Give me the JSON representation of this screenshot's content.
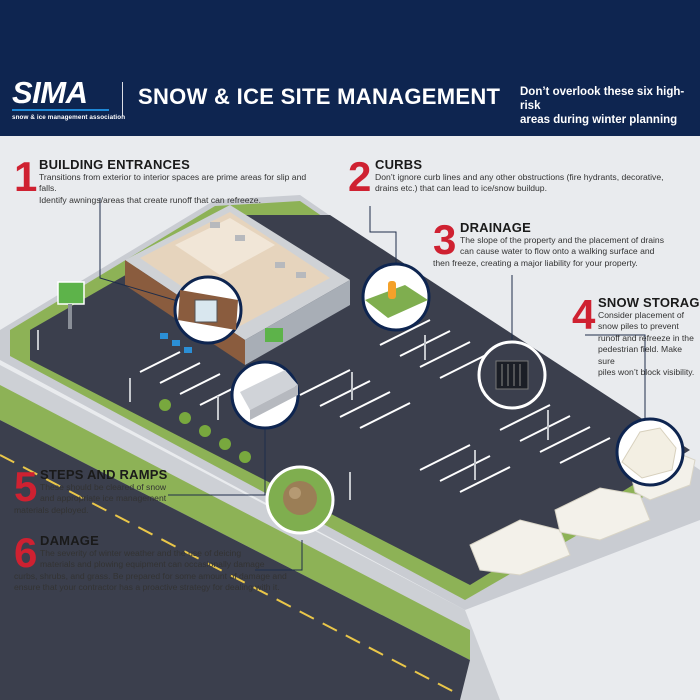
{
  "header": {
    "logo_text": "SIMA",
    "logo_subtitle": "snow & ice management association",
    "title": "SNOW & ICE SITE MANAGEMENT",
    "tagline_line1": "Don’t overlook these six high-risk",
    "tagline_line2": "areas during winter planning"
  },
  "colors": {
    "navy": "#0e2550",
    "accent_red": "#cf2131",
    "accent_blue": "#1e88d6",
    "asphalt": "#3b3f4d",
    "grass": "#8db256",
    "background": "#e9ebee"
  },
  "callouts": [
    {
      "number": "1",
      "heading": "BUILDING ENTRANCES",
      "lines": [
        "Transitions from exterior to interior spaces are prime areas for slip and falls.",
        "Identify awnings/areas that create runoff that can refreeze."
      ]
    },
    {
      "number": "2",
      "heading": "CURBS",
      "lines": [
        "Don’t ignore curb lines and any other obstructions (fire hydrants, decorative,",
        "drains etc.) that can lead to ice/snow buildup."
      ]
    },
    {
      "number": "3",
      "heading": "DRAINAGE",
      "lines": [
        "The slope of the property and the placement of drains",
        "can cause water to flow onto a walking surface and",
        "then freeze, creating a major liability for your property."
      ]
    },
    {
      "number": "4",
      "heading": "SNOW STORAGE",
      "lines": [
        "Consider placement of",
        "snow piles to prevent",
        "runoff and refreeze in the",
        "pedestrian field. Make sure",
        "piles won’t block visibility."
      ]
    },
    {
      "number": "5",
      "heading": "STEPS AND RAMPS",
      "lines": [
        "These should be cleared of snow",
        "and appropriate ice management",
        "materials deployed."
      ]
    },
    {
      "number": "6",
      "heading": "DAMAGE",
      "lines": [
        "The severity of winter weather and the use of deicing",
        "materials and plowing equipment can occasionally damage",
        "curbs, shrubs, and grass. Be prepared for some amount of damage and",
        "ensure that your contractor has a proactive strategy for dealing with it."
      ]
    }
  ]
}
